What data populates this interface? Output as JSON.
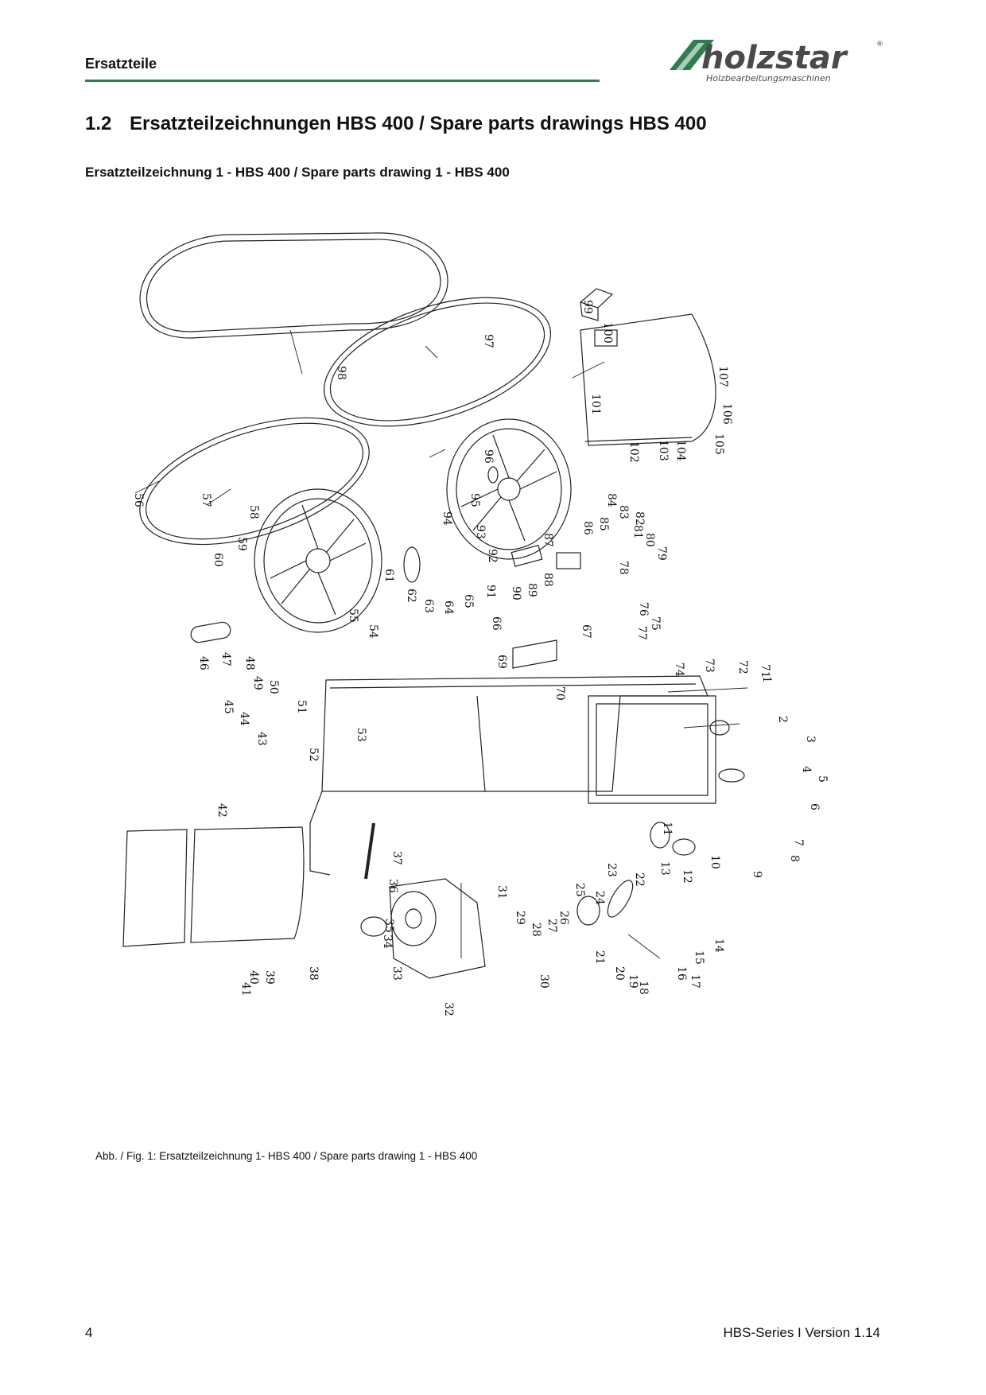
{
  "header": {
    "title": "Ersatzteile",
    "logo_text": "holzstar",
    "logo_tagline": "Holzbearbeitungsmaschinen",
    "registered_mark": "®",
    "accent_color": "#2e7d4f"
  },
  "section": {
    "number": "1.2",
    "title": "Ersatzteilzeichnungen HBS 400 / Spare parts drawings HBS 400"
  },
  "subsection": {
    "title": "Ersatzteilzeichnung 1 - HBS 400 / Spare parts drawing 1 - HBS 400"
  },
  "drawing": {
    "part_numbers": [
      "1",
      "2",
      "3",
      "4",
      "5",
      "6",
      "7",
      "8",
      "9",
      "10",
      "11",
      "12",
      "13",
      "14",
      "15",
      "16",
      "17",
      "18",
      "19",
      "20",
      "21",
      "22",
      "23",
      "24",
      "25",
      "26",
      "27",
      "28",
      "29",
      "30",
      "31",
      "32",
      "33",
      "34",
      "35",
      "36",
      "37",
      "38",
      "39",
      "40",
      "41",
      "42",
      "43",
      "44",
      "45",
      "46",
      "47",
      "48",
      "49",
      "50",
      "51",
      "52",
      "53",
      "54",
      "55",
      "56",
      "57",
      "58",
      "59",
      "60",
      "61",
      "62",
      "63",
      "64",
      "65",
      "66",
      "67",
      "69",
      "70",
      "71",
      "72",
      "73",
      "74",
      "75",
      "76",
      "77",
      "78",
      "79",
      "80",
      "81",
      "82",
      "83",
      "84",
      "85",
      "86",
      "87",
      "88",
      "89",
      "90",
      "91",
      "92",
      "93",
      "94",
      "95",
      "96",
      "97",
      "98",
      "99",
      "100",
      "101",
      "102",
      "103",
      "104",
      "105",
      "106",
      "107"
    ]
  },
  "caption": "Abb. / Fig. 1: Ersatzteilzeichnung 1- HBS 400 / Spare parts drawing 1 - HBS 400",
  "footer": {
    "page_number": "4",
    "version": "HBS-Series I Version 1.14"
  }
}
